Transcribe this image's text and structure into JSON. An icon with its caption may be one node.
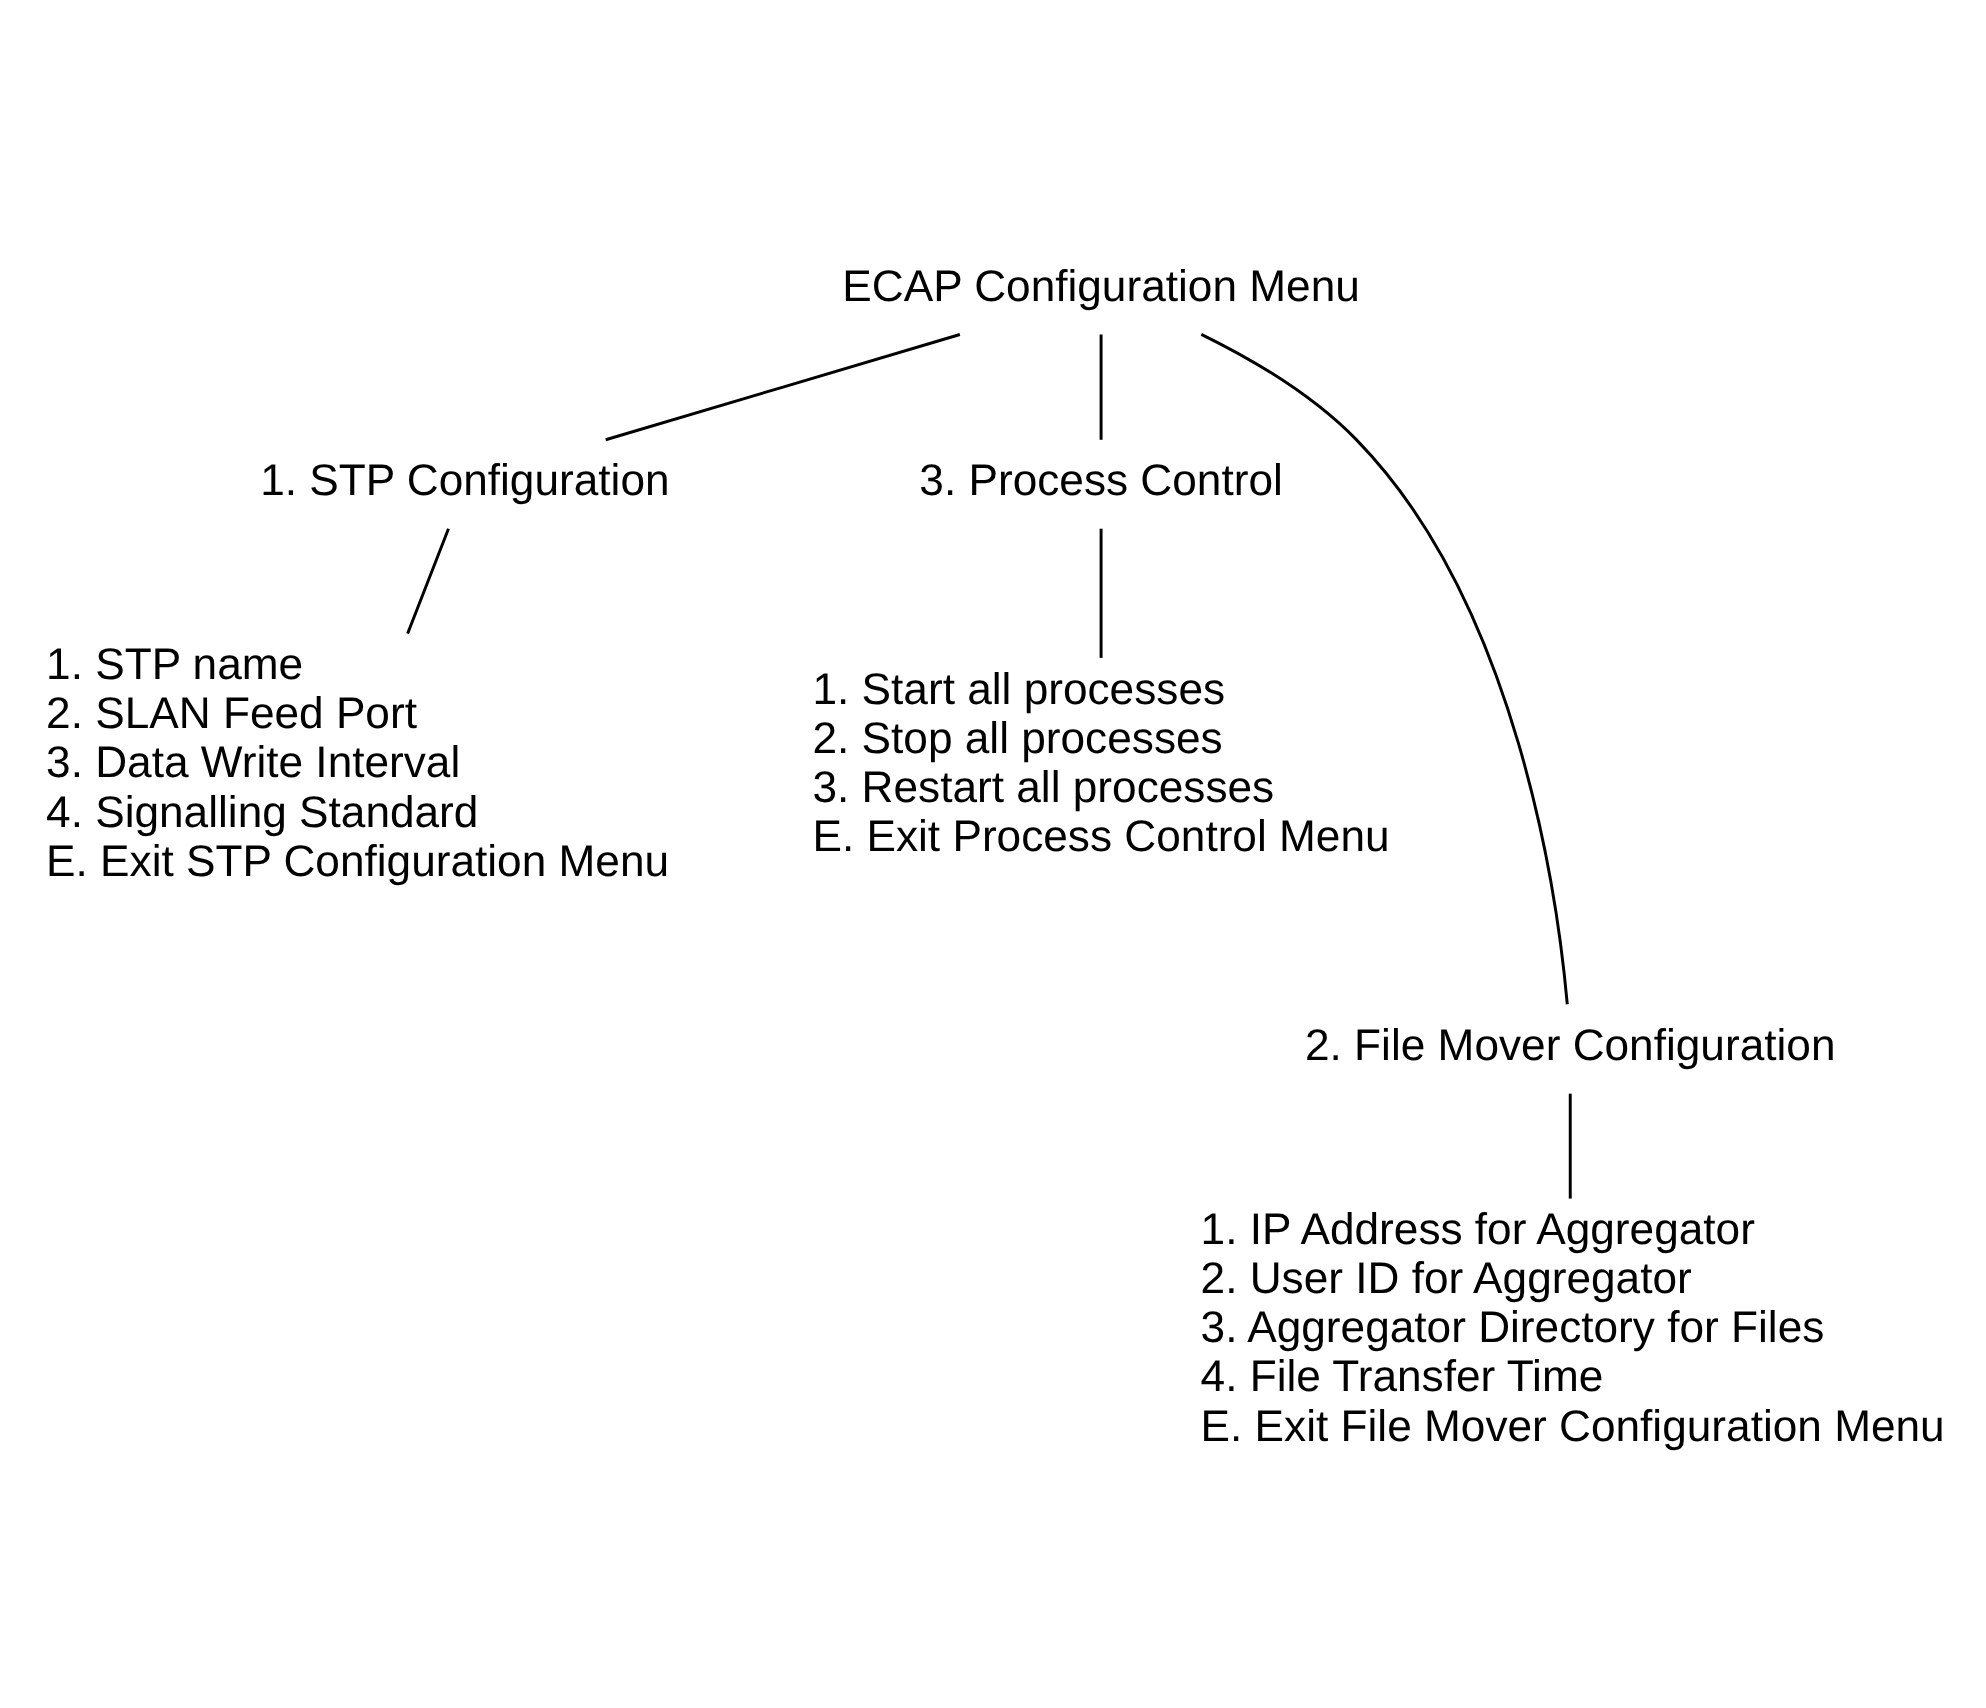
{
  "diagram": {
    "nodes": [
      {
        "text": [
          "ECAP Configuration Menu"
        ]
      },
      {
        "text": [
          "1. STP Configuration"
        ]
      },
      {
        "text": [
          "3. Process Control"
        ]
      },
      {
        "text": [
          "1. STP name",
          "2. SLAN Feed Port",
          "3. Data Write Interval",
          "4. Signalling Standard",
          "E. Exit STP Configuration Menu"
        ]
      },
      {
        "text": [
          "1. Start all processes",
          "2. Stop all processes",
          "3. Restart all processes",
          "E. Exit Process Control Menu"
        ]
      },
      {
        "text": [
          "2. File Mover Configuration"
        ]
      },
      {
        "text": [
          "1. IP Address for Aggregator",
          "2. User ID for Aggregator",
          "3. Aggregator Directory for Files",
          "4. File Transfer Time",
          "E. Exit File Mover Configuration Menu"
        ]
      }
    ],
    "edges": [
      {
        "from": 0,
        "to": 1,
        "arrow": "none"
      },
      {
        "from": 0,
        "to": 5,
        "arrow": "none"
      },
      {
        "from": 0,
        "to": 2,
        "arrow": "none"
      },
      {
        "from": 1,
        "to": 3,
        "arrow": "none"
      },
      {
        "from": 2,
        "to": 4,
        "arrow": "none"
      },
      {
        "from": 5,
        "to": 6,
        "arrow": "none"
      }
    ]
  }
}
